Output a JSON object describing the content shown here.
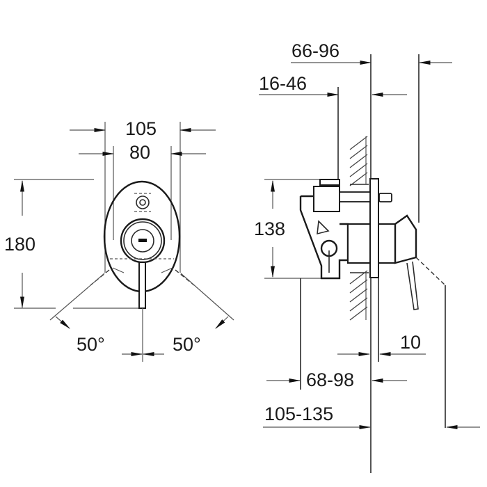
{
  "drawing": {
    "subject": "concealed single-lever shower mixer dimension drawing",
    "front_view": {
      "dimensions": {
        "outer_width": "105",
        "inner_width": "80",
        "height": "180",
        "angle_left": "50°",
        "angle_right": "50°"
      }
    },
    "side_view": {
      "dimensions": {
        "top_range": "66-96",
        "upper_range": "16-46",
        "body_height": "138",
        "plate_thickness": "10",
        "mid_range": "68-98",
        "bottom_range": "105-135"
      }
    },
    "colors": {
      "line": "#2a2a2a",
      "background": "#ffffff"
    }
  }
}
